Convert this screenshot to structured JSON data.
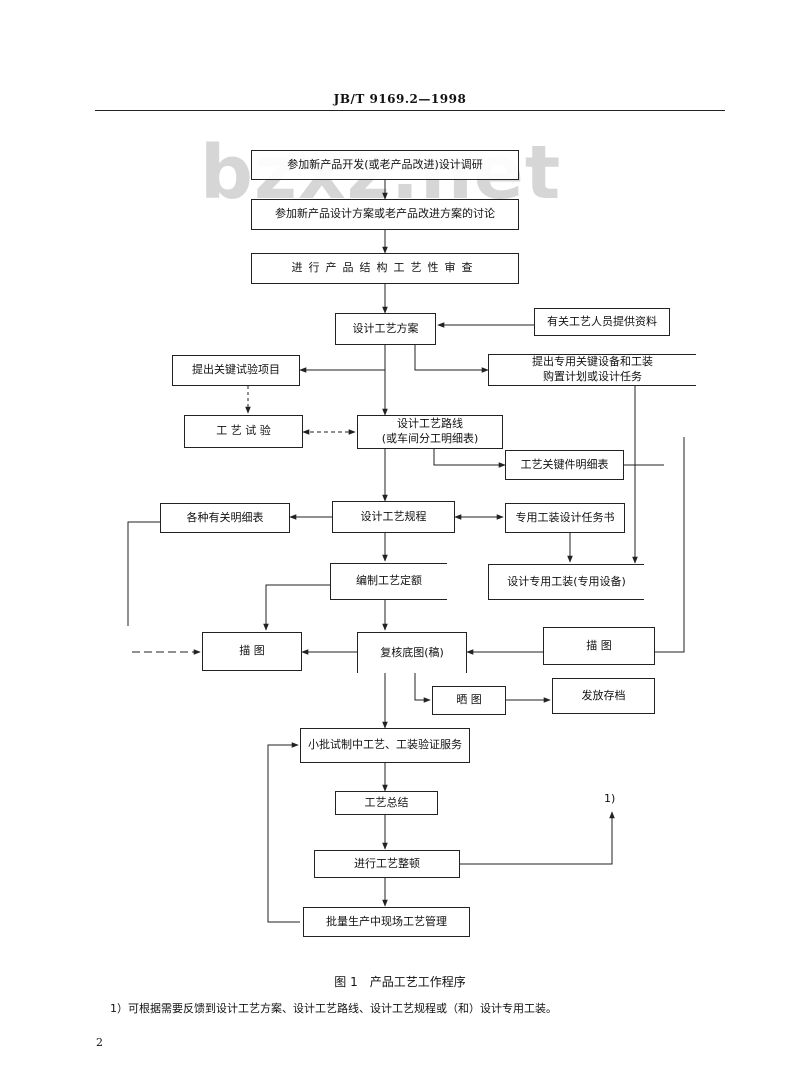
{
  "header": {
    "standard_code": "JB/T 9169.2—1998"
  },
  "watermark": {
    "text": "bzxz.net"
  },
  "flowchart": {
    "nodes": {
      "n1": "参加新产品开发(或老产品改进)设计调研",
      "n2": "参加新产品设计方案或老产品改进方案的讨论",
      "n3": "进行产品结构工艺性审查",
      "n4": "设计工艺方案",
      "n5": "有关工艺人员提供资料",
      "n6": "提出关键试验项目",
      "n7_line1": "提出专用关键设备和工装",
      "n7_line2": "购置计划或设计任务",
      "n8": "工 艺 试 验",
      "n9_line1": "设计工艺路线",
      "n9_line2": "(或车间分工明细表)",
      "n10": "工艺关键件明细表",
      "n11": "各种有关明细表",
      "n12": "设计工艺规程",
      "n13": "专用工装设计任务书",
      "n14": "编制工艺定额",
      "n15": "设计专用工装(专用设备)",
      "n16": "描 图",
      "n17": "复核底图(稿)",
      "n18": "描 图",
      "n19": "晒 图",
      "n20": "发放存档",
      "n21": "小批试制中工艺、工装验证服务",
      "n22": "工艺总结",
      "n23": "进行工艺整顿",
      "n24": "批量生产中现场工艺管理"
    },
    "feedback_label": "1)"
  },
  "caption": "图 1　产品工艺工作程序",
  "footnote": "1）可根据需要反馈到设计工艺方案、设计工艺路线、设计工艺规程或（和）设计专用工装。",
  "page_number": "2"
}
